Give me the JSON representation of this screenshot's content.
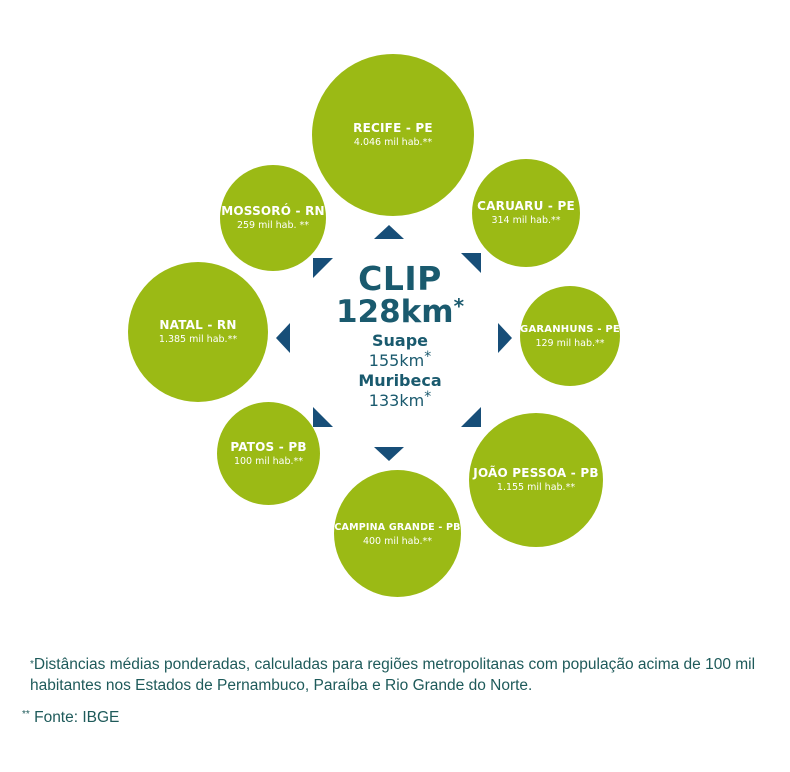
{
  "hub": {
    "title": "CLIP",
    "distance": "128km",
    "distance_mark": "*",
    "secondary": [
      {
        "name": "Suape",
        "distance": "155km",
        "mark": "*"
      },
      {
        "name": "Muribeca",
        "distance": "133km",
        "mark": "*"
      }
    ]
  },
  "cities": [
    {
      "name": "RECIFE - PE",
      "population": "4.046 mil hab.**"
    },
    {
      "name": "CARUARU - PE",
      "population": "314 mil hab.**"
    },
    {
      "name": "GARANHUNS - PE",
      "population": "129 mil hab.**"
    },
    {
      "name": "JOÃO PESSOA - PB",
      "population": "1.155 mil hab.**"
    },
    {
      "name": "CAMPINA GRANDE - PB",
      "population": "400 mil hab.**"
    },
    {
      "name": "PATOS - PB",
      "population": "100 mil hab.**"
    },
    {
      "name": "NATAL - RN",
      "population": "1.385 mil hab.**"
    },
    {
      "name": "MOSSORÓ - RN",
      "population": "259 mil hab. **"
    }
  ],
  "colors": {
    "circle": "#9bba15",
    "arrow": "#174e78",
    "text": "#1a5a6e"
  },
  "footnotes": {
    "note1_mark": "*",
    "note1": "Distâncias médias ponderadas, calculadas para  regiões metropolitanas com população acima de 100 mil habitantes nos Estados de Pernambuco, Paraíba e Rio Grande do Norte.",
    "note2_mark": "**",
    "note2": " Fonte: IBGE"
  }
}
